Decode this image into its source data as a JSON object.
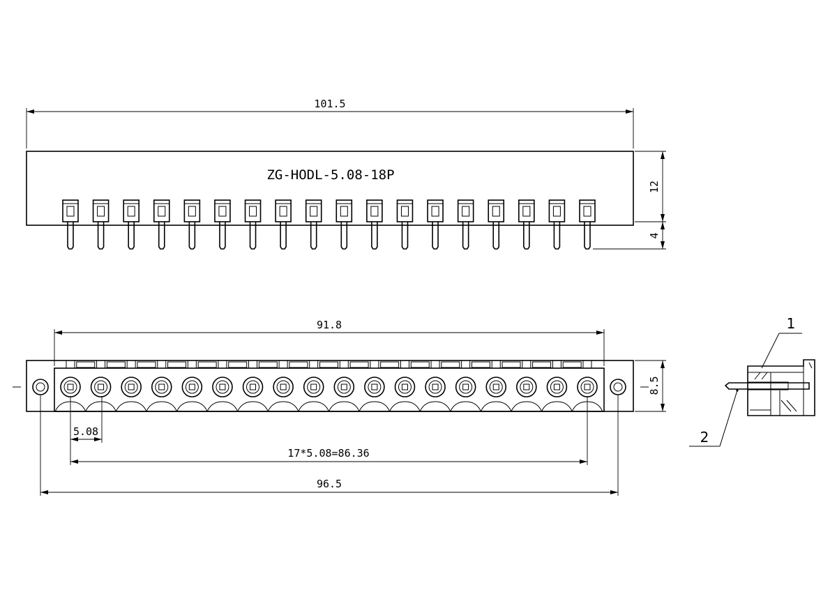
{
  "part_number": "ZG-HODL-5.08-18P",
  "pin_count": 18,
  "dimensions": {
    "overall_length": "101.5",
    "body_height": "12",
    "pin_length": "4",
    "inner_width": "91.8",
    "depth": "8.5",
    "pitch": "5.08",
    "pitch_span": "17*5.08=86.36",
    "mount_span": "96.5"
  },
  "callouts": {
    "item_1": "1",
    "item_2": "2"
  },
  "colors": {
    "line": "#000000",
    "background": "#ffffff"
  }
}
